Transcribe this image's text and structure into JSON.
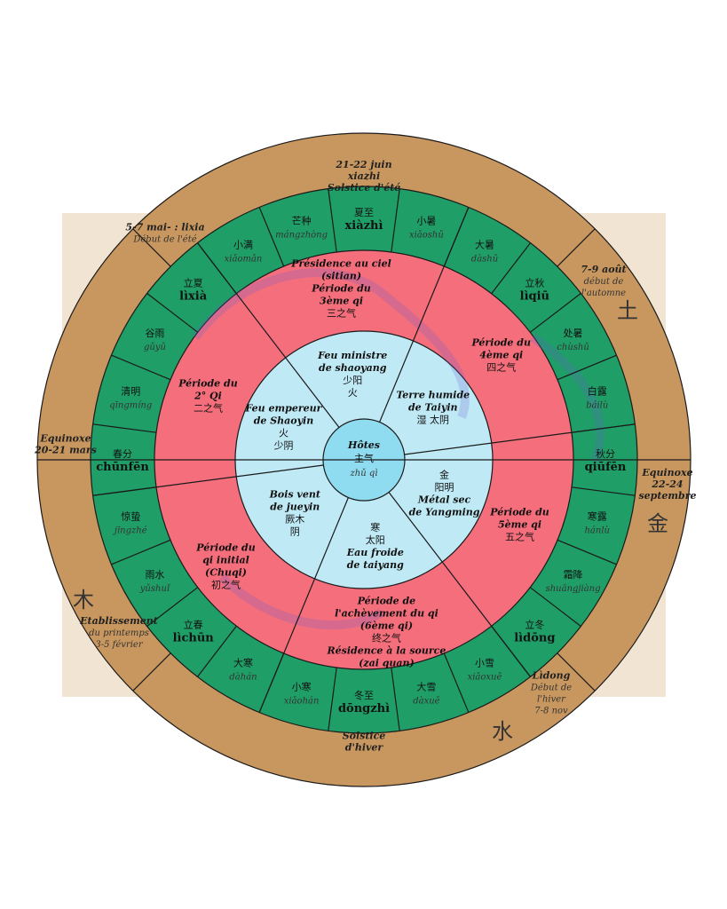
{
  "center": {
    "title": "Hôtes",
    "zh": "主气",
    "py": "zhǔ qì"
  },
  "inner": [
    {
      "lines": [
        "Feu ministre",
        "de shaoyang",
        "少阳",
        "火"
      ]
    },
    {
      "lines": [
        "Terre humide",
        "de Taiyin",
        "湿  太阴"
      ]
    },
    {
      "lines": [
        "金",
        "阳明",
        "Métal sec",
        "de Yangming"
      ]
    },
    {
      "lines": [
        "寒",
        "太阳",
        "Eau froide",
        "de taiyang"
      ]
    },
    {
      "lines": [
        "Bois vent",
        "de jueyin",
        "厥木",
        "阴"
      ]
    },
    {
      "lines": [
        "Feu empereur",
        "de Shaoyin",
        "火",
        "少阴"
      ]
    }
  ],
  "qi": [
    {
      "lines": [
        "Présidence au ciel",
        "(sitian)",
        "Période du",
        "3ème qi",
        "三之气"
      ]
    },
    {
      "lines": [
        "Période du",
        "4ème qi",
        "四之气"
      ]
    },
    {
      "lines": [
        "Période du",
        "5ème qi",
        "五之气"
      ]
    },
    {
      "lines": [
        "Période de",
        "l'achèvement du qi",
        "(6ème qi)",
        "终之气",
        "Résidence à la source",
        "(zai quan)"
      ]
    },
    {
      "lines": [
        "Période du",
        "qi initial",
        "(Chuqi)",
        "初之气"
      ]
    },
    {
      "lines": [
        "Période du",
        "2° Qi",
        "二之气"
      ]
    }
  ],
  "terms": [
    {
      "zh": "夏至",
      "py": "xiàzhì",
      "bold": true
    },
    {
      "zh": "小暑",
      "py": "xiǎoshǔ",
      "bold": false
    },
    {
      "zh": "大暑",
      "py": "dàshǔ",
      "bold": false
    },
    {
      "zh": "立秋",
      "py": "lìqiū",
      "bold": true
    },
    {
      "zh": "处暑",
      "py": "chùshǔ",
      "bold": false
    },
    {
      "zh": "白露",
      "py": "báilù",
      "bold": false
    },
    {
      "zh": "秋分",
      "py": "qiūfēn",
      "bold": true
    },
    {
      "zh": "寒露",
      "py": "hánlù",
      "bold": false
    },
    {
      "zh": "霜降",
      "py": "shuāngjiàng",
      "bold": false
    },
    {
      "zh": "立冬",
      "py": "lìdōng",
      "bold": true
    },
    {
      "zh": "小雪",
      "py": "xiǎoxuě",
      "bold": false
    },
    {
      "zh": "大雪",
      "py": "dàxuě",
      "bold": false
    },
    {
      "zh": "冬至",
      "py": "dōngzhì",
      "bold": true
    },
    {
      "zh": "小寒",
      "py": "xiǎohán",
      "bold": false
    },
    {
      "zh": "大寒",
      "py": "dàhán",
      "bold": false
    },
    {
      "zh": "立春",
      "py": "lìchūn",
      "bold": true
    },
    {
      "zh": "雨水",
      "py": "yǔshuǐ",
      "bold": false
    },
    {
      "zh": "惊蛰",
      "py": "jīngzhé",
      "bold": false
    },
    {
      "zh": "春分",
      "py": "chūnfēn",
      "bold": true
    },
    {
      "zh": "清明",
      "py": "qīngmíng",
      "bold": false
    },
    {
      "zh": "谷雨",
      "py": "gǔyǔ",
      "bold": false
    },
    {
      "zh": "立夏",
      "py": "lìxià",
      "bold": true
    },
    {
      "zh": "小满",
      "py": "xiǎomǎn",
      "bold": false
    },
    {
      "zh": "芒种",
      "py": "mángzhòng",
      "bold": false
    }
  ],
  "outer": {
    "summer": [
      "21-22 juin",
      "xiazhi",
      "Solstice d'été"
    ],
    "lixia": [
      "5-7 mai- : lixia",
      "Début de l'été"
    ],
    "liqiu": [
      "7-9 août",
      "début de",
      "l'automne"
    ],
    "spring_eq": [
      "Equinoxe",
      "20-21 mars"
    ],
    "autumn_eq": [
      "Equinoxe",
      "22-24",
      "septembre"
    ],
    "lichun": [
      "Etablissement",
      "du printemps",
      "3-5 février"
    ],
    "lidong": [
      "Lìdong",
      "Début de",
      "l'hiver",
      "7-8 nov"
    ],
    "winter": [
      "Solstice",
      "d'hiver"
    ]
  },
  "elements": {
    "earth": "土",
    "metal": "金",
    "water": "水",
    "wood": "木"
  },
  "colors": {
    "outer": "#c8975f",
    "terms": "#1f9e67",
    "qi": "#f46e7c",
    "inner": "#bfe9f5",
    "center": "#8fdcf0",
    "line": "#1a1a1a"
  }
}
